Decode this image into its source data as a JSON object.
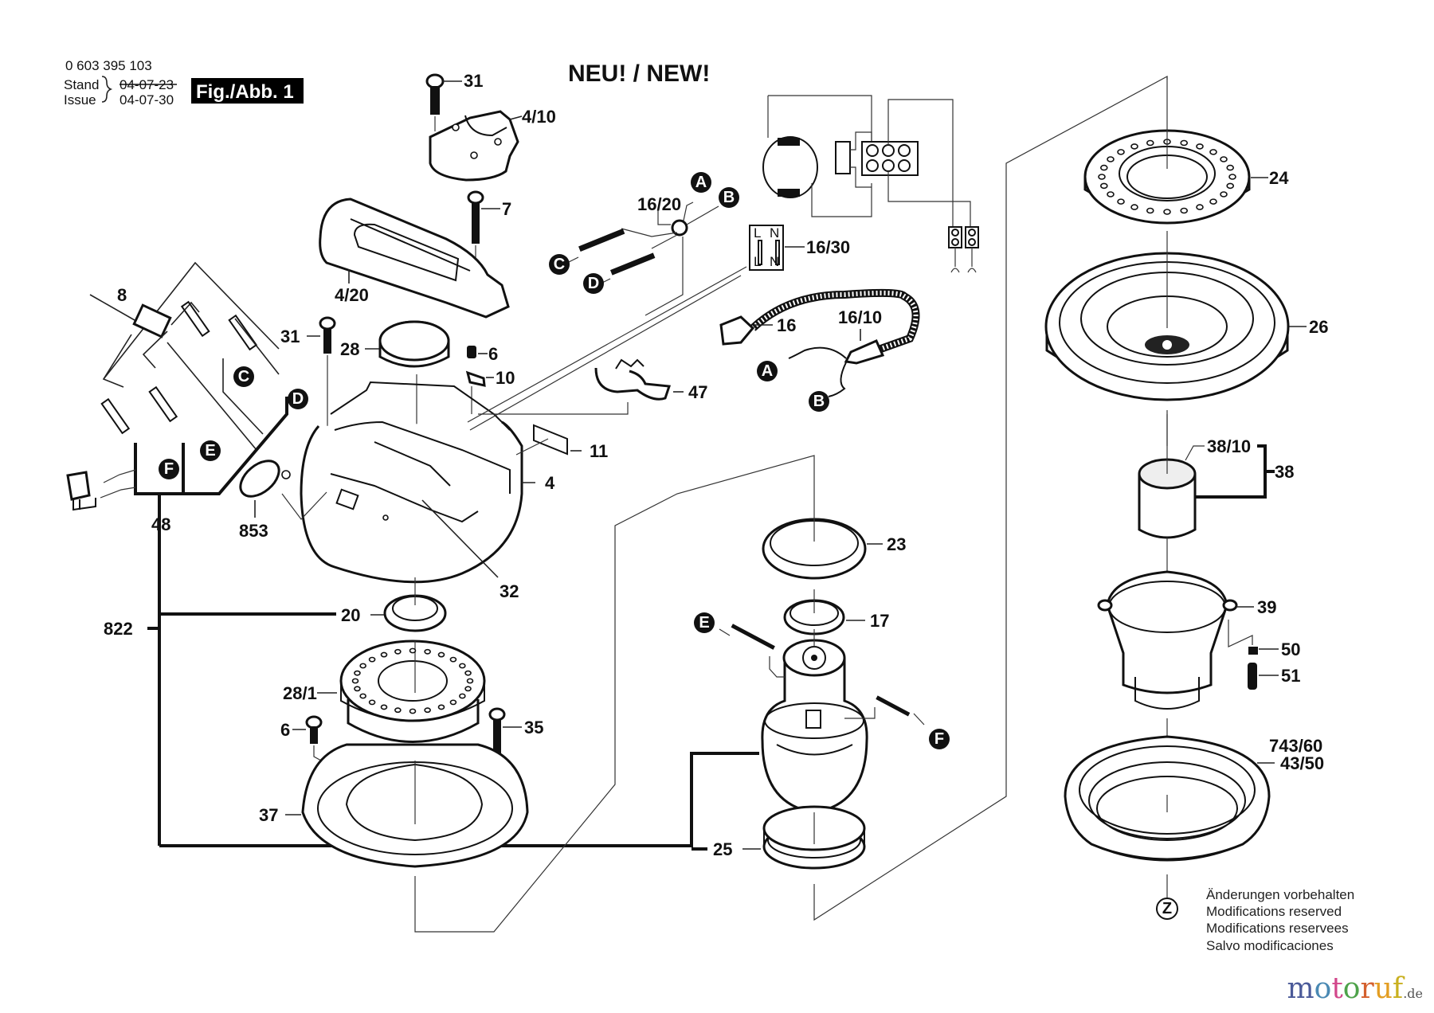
{
  "header": {
    "part_number": "0 603 395 103",
    "stand_label": "Stand",
    "issue_label": "Issue",
    "stand_date_struck": "04-07-23",
    "issue_date": "04-07-30",
    "figure_label": "Fig./Abb. 1",
    "new_banner": "NEU! / NEW!"
  },
  "callouts": {
    "c31a": "31",
    "c4_10": "4/10",
    "c7": "7",
    "c4_20": "4/20",
    "c8": "8",
    "c31b": "31",
    "c28": "28",
    "c6a": "6",
    "c10": "10",
    "c16_20": "16/20",
    "c16_30": "16/30",
    "c16": "16",
    "c16_10": "16/10",
    "c47": "47",
    "c11": "11",
    "c4": "4",
    "c853": "853",
    "c48": "48",
    "c32": "32",
    "c822": "822",
    "c20": "20",
    "c28_1": "28/1",
    "c6b": "6",
    "c35": "35",
    "c37": "37",
    "c23": "23",
    "c17": "17",
    "c25": "25",
    "c24": "24",
    "c26": "26",
    "c38_10": "38/10",
    "c38": "38",
    "c39": "39",
    "c50": "50",
    "c51": "51",
    "c743_60": "743/60",
    "c43_50": "43/50"
  },
  "connectors": {
    "A1": "A",
    "B1": "B",
    "C1": "C",
    "D1": "D",
    "A2": "A",
    "B2": "B",
    "C2": "C",
    "D2": "D",
    "E1": "E",
    "F1": "F",
    "E2": "E",
    "F2": "F",
    "Z": "Z"
  },
  "schematic": {
    "switch_top_L": "L",
    "switch_top_N": "N",
    "switch_bot_L": "L",
    "switch_bot_N": "N"
  },
  "footer": {
    "notes": [
      "Änderungen vorbehalten",
      "Modifications reserved",
      "Modifications reservees",
      "Salvo modificaciones"
    ],
    "logo_letters": [
      {
        "ch": "m",
        "color": "#4b5a99"
      },
      {
        "ch": "o",
        "color": "#4a89b3"
      },
      {
        "ch": "t",
        "color": "#d2478b"
      },
      {
        "ch": "o",
        "color": "#4ea24a"
      },
      {
        "ch": "r",
        "color": "#d4602e"
      },
      {
        "ch": "u",
        "color": "#e39d22"
      },
      {
        "ch": "f",
        "color": "#c9b01f"
      }
    ],
    "logo_suffix": ".de"
  }
}
